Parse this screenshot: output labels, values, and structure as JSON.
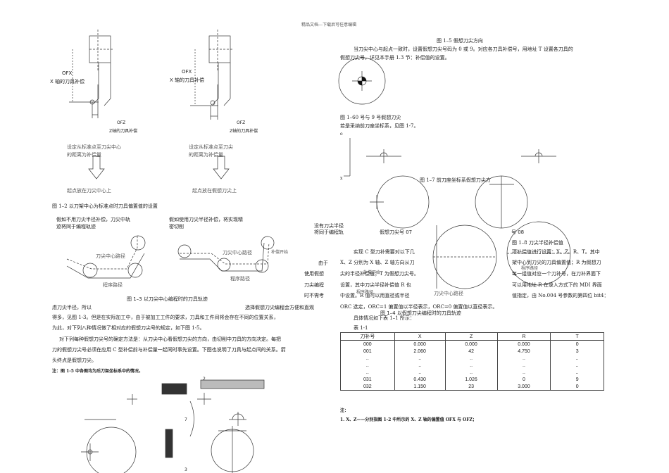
{
  "header": {
    "text": "精品文档---下载后可任意编辑"
  },
  "fig12": {
    "ofx": "OFX",
    "x_offset": "X 轴的刀具补偿",
    "ofz": "OFZ",
    "z_offset": "Z轴的刀具补偿",
    "left_note1": "设定从标准点至刀尖中心",
    "left_note2": "的距离为补偿量",
    "left_start": "起点放在刀尖中心上",
    "right_note1": "设定从标准点至刀尖",
    "right_note2": "的距离为补偿量",
    "right_start": "起点放在假想刀尖上",
    "caption": "图 1–2 以刀架中心为标准点时刀具偏置值的设置"
  },
  "fig13": {
    "top_left1": "假如不用刀尖半径补偿，刀尖中轨",
    "top_left2": "迹将同于编程轨迹",
    "top_right1": "假如使用刀尖半径补偿，将实现精",
    "top_right2": "密切削",
    "path_center": "刀尖中心路径",
    "path_program": "程序路径",
    "path_center2": "刀尖中心路径",
    "comp_start": "补偿开始",
    "path_program2": "程序路径",
    "caption": "图 1–3    以刀尖中心编程时的刀具轨迹"
  },
  "left_text": {
    "p1a": "虑刀尖半径，所以",
    "p1b": "选择假想刀尖编程会方便和直观",
    "p2": "得多，见图 1-3。但是在实际加工中，由于被加工工件的要求，刀具和工件间将会存在不同的位置关系，",
    "p3": "为此，对下列八种情况做了相对应的假想刀尖号的规定，如下图 1-5。",
    "p4": "对下列每种假想刀尖号的确定方法是：从刀尖中心看假想刀尖的方向，由切削中刀具的方向决定。每把",
    "p5": "刀的假想刀尖号必须在应用 C 型补偿前与补偿量一起同时事先设置。下图也说明了刀具与起点间的关系。箭",
    "p6": "头终点是假想刀尖。",
    "note": "注：图 1-5 中各图均为后刀架坐标系中的情况。"
  },
  "fig15_labels": {
    "n2": "2",
    "n7": "7",
    "n3": "3"
  },
  "middle_fragments": {
    "f1a": "没有刀尖半径",
    "f1b": "将同于编程轨",
    "f2": "由于",
    "f3": "使用假想",
    "f4": "刀尖编程",
    "f5": "时不需考",
    "f6": "程序路径",
    "label07": "假想刀尖号 07"
  },
  "right": {
    "fig15_caption": "图 1–5 假想刀尖方向",
    "p1": "当刀尖中心与起点一致时，设置假想刀尖号码为 0 或 9。对应各刀具补偿号，用地址 T 设置各刀具的",
    "p2": "假想刀尖号，详见本手册 1.3 节：补偿值的设置。",
    "fig16_caption": "图 1–60 号与 9 号假想刀尖",
    "p3": "若是采纳前刀座坐标系，见图 1-7。",
    "axis_o": "o",
    "axis_x": "x",
    "fig17_caption": "图 1–7  前刀座坐标系假想刀尖方",
    "label08": "号 08",
    "fig18_caption": "图 1–8    刀尖半径补偿值",
    "c1": "实现 C 型刀补需要对以下几",
    "c1r": "项补偿值进行设置：X、Z、R、T。其中",
    "c2": "X、Z 分别为 X 轴、Z 轴方向从刀",
    "c2r": "架中心到刀尖的刀具偏置值；R 为假想刀",
    "c3": "尖的半径补偿值；T 为假想刀尖号。",
    "c3r": "每一组值对应一个刀补号，在刀补界面下",
    "c4": "设置，其中刀尖半径补偿值 R 也",
    "c4r": "可以用地址 R 在录入方式下的 MDI 界面",
    "c5": "中设置。R 值可以用直径或半径",
    "c5r": "值指定，由 No.004 号参数的第四位 bit4：",
    "c6": "ORC 选定，ORC=1 偏置值以半径表示，ORC=0 偏置值以直径表示。",
    "overlay_start": "补偿开始",
    "overlay_path": "程序路径",
    "overlay_center": "刀尖中心路径",
    "fig14_caption": "图 1–4   以假想刀尖编程时的刀具轨迹",
    "c7": "具体情况如下表 1–1 所示：",
    "table_title": "表 1-1",
    "note1": "注：",
    "note2": "1. X、Z——分别指图 1-2 中所示的 X、Z 轴的偏置值 OFX 与 OFZ；"
  },
  "table": {
    "headers": [
      "刀补号",
      "X",
      "Z",
      "R",
      "T"
    ],
    "rows": [
      [
        "000",
        "0.000",
        "0.000",
        "0.000",
        "0"
      ],
      [
        "001",
        "2.060",
        "42",
        "4.750",
        "3"
      ],
      [
        "..",
        "..",
        "..",
        "..",
        ".."
      ],
      [
        "..",
        "..",
        "..",
        "..",
        ".."
      ],
      [
        "..",
        "..",
        "..",
        "..",
        ".."
      ],
      [
        "031",
        "0.430",
        "1.026",
        "0",
        "9"
      ],
      [
        "032",
        "1.150",
        "23",
        "3.000",
        "0"
      ]
    ]
  }
}
